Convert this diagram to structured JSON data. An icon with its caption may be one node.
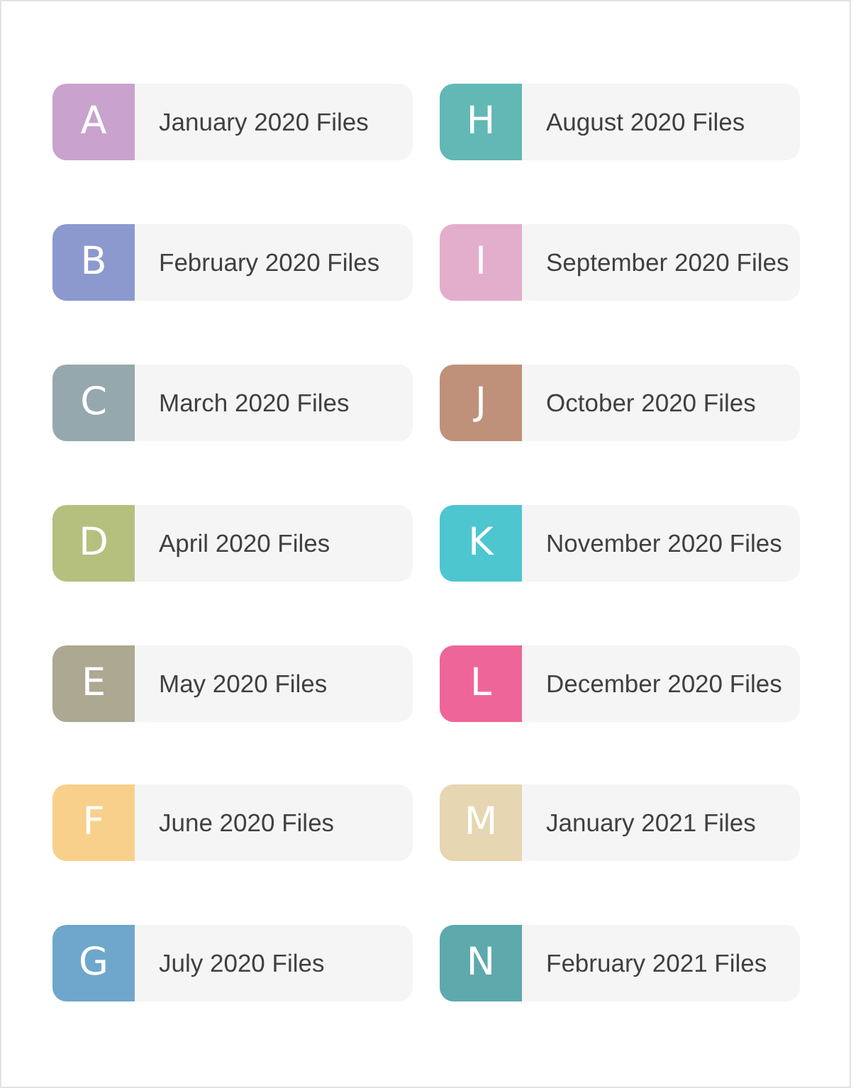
{
  "diagram": {
    "nodes": [
      {
        "text": [
          "A",
          "January 2020 Files"
        ]
      },
      {
        "text": [
          "B",
          "February 2020 Files"
        ]
      },
      {
        "text": [
          "C",
          "March 2020 Files"
        ]
      },
      {
        "text": [
          "D",
          "April 2020 Files"
        ]
      },
      {
        "text": [
          "E",
          "May 2020 Files"
        ]
      },
      {
        "text": [
          "F",
          "June 2020 Files"
        ]
      },
      {
        "text": [
          "G",
          "July 2020 Files"
        ]
      },
      {
        "text": [
          "H",
          "August 2020 Files"
        ]
      },
      {
        "text": [
          "I",
          "September 2020 Files"
        ]
      },
      {
        "text": [
          "J",
          "October 2020 Files"
        ]
      },
      {
        "text": [
          "K",
          "November 2020 Files"
        ]
      },
      {
        "text": [
          "L",
          "December 2020 Files"
        ]
      },
      {
        "text": [
          "M",
          "January 2021 Files"
        ]
      },
      {
        "text": [
          "N",
          "February 2021 Files"
        ]
      }
    ]
  }
}
